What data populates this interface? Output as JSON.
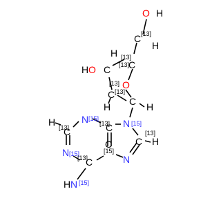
{
  "molecule": {
    "colors": {
      "carbon": "#000000",
      "hydrogen": "#000000",
      "oxygen": "#ff0000",
      "nitrogen": "#3333ff"
    },
    "atoms": {
      "o_top": {
        "text": "O",
        "iso": ""
      },
      "h_o_top": {
        "text": "H",
        "iso": ""
      },
      "c5": {
        "text": "C",
        "iso": "[13]"
      },
      "h_c5": {
        "text": "H",
        "iso": ""
      },
      "c4": {
        "text": "C",
        "iso": "[13]"
      },
      "h_c4": {
        "text": "H",
        "iso": ""
      },
      "o3": {
        "text": "O",
        "iso": ""
      },
      "h_o3": {
        "text": "H",
        "iso": ""
      },
      "c3": {
        "text": "C",
        "iso": "[13]"
      },
      "o_ring": {
        "text": "O",
        "iso": ""
      },
      "c2": {
        "text": "C",
        "iso": "[13]"
      },
      "h_c2": {
        "text": "H",
        "iso": ""
      },
      "c1": {
        "text": "C",
        "iso": "[13]"
      },
      "h_c1": {
        "text": "H",
        "iso": ""
      },
      "n9": {
        "text": "N",
        "iso": "[15]"
      },
      "c4p": {
        "text": "C",
        "iso": "[13]"
      },
      "n3": {
        "text": "N",
        "iso": "[15]"
      },
      "c2p": {
        "text": "C",
        "iso": "[13]"
      },
      "h_c2p": {
        "text": "H",
        "iso": ""
      },
      "n1": {
        "text": "N",
        "iso": "[15]"
      },
      "c6": {
        "text": "C",
        "iso": "[13]"
      },
      "c5p": {
        "text": "C",
        "iso": "[15]"
      },
      "n7": {
        "text": "N",
        "iso": ""
      },
      "c8": {
        "text": "C",
        "iso": "[13]"
      },
      "h_c8": {
        "text": "H",
        "iso": ""
      },
      "n6": {
        "text": "N",
        "iso": "[15]"
      },
      "h_n6": {
        "text": "H",
        "iso": ""
      }
    }
  }
}
